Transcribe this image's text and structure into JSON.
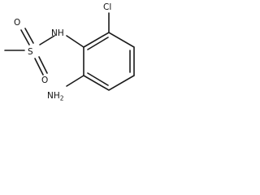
{
  "molecule": {
    "atom_labels": {
      "sulfur": "S",
      "oxygen_top": "O",
      "oxygen_bottom": "O",
      "amide_nh": "NH",
      "chlorine": "Cl",
      "amine": "NH",
      "amine_subscript": "2"
    }
  }
}
